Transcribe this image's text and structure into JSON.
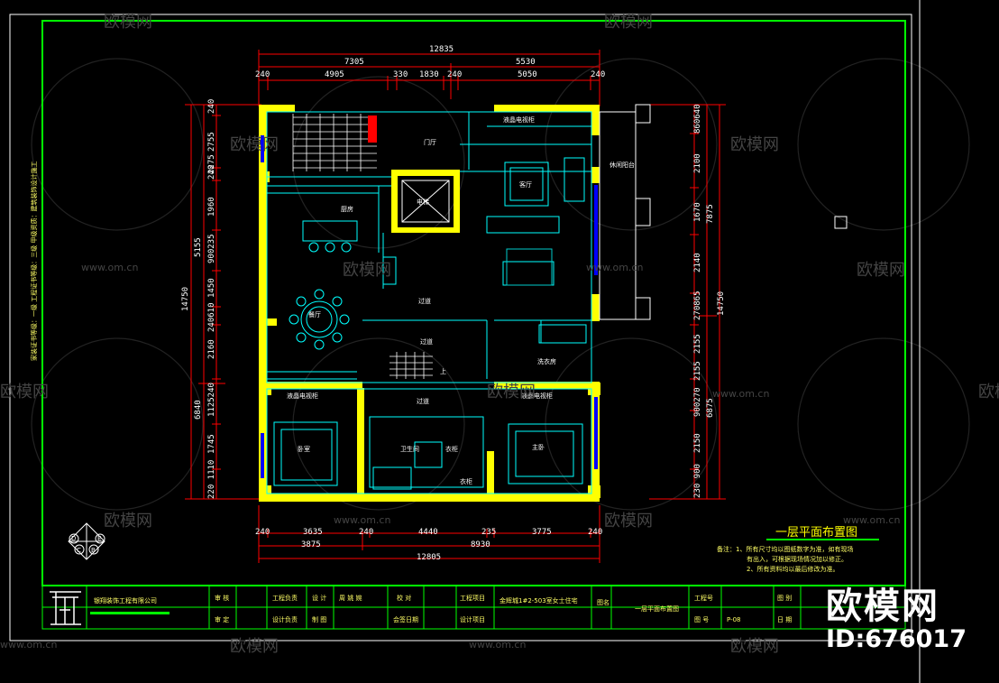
{
  "watermark": {
    "text_cn": "欧模网",
    "text_url": "www.om.cn"
  },
  "brand": {
    "name": "欧模网",
    "id": "ID:676017"
  },
  "side_note": "家装证书等级：一级   工程证书等级：三级   甲级资质：建筑装饰设计施工",
  "dims": {
    "top": {
      "total": "12835",
      "a": "7305",
      "b": "5530",
      "s1": "240",
      "s2": "4905",
      "s3": "330",
      "s4": "1830",
      "s5": "240",
      "s6": "5050",
      "s7": "240"
    },
    "bottom": {
      "total": "12805",
      "a": "3875",
      "b": "8930",
      "s1": "240",
      "s2": "3635",
      "s3": "240",
      "s4": "4440",
      "s5": "235",
      "s6": "3775",
      "s7": "240"
    },
    "left": {
      "total": "14750",
      "a": "5155",
      "b": "6840",
      "v": [
        "240",
        "2755",
        "2275",
        "240",
        "1960",
        "900235",
        "1450",
        "240610",
        "2160",
        "1125240",
        "1745",
        "220 1110"
      ]
    },
    "right": {
      "total": "14750",
      "a": "7875",
      "b": "6875",
      "v": [
        "860640",
        "2100",
        "1670",
        "2140",
        "270865",
        "2155",
        "2155",
        "900270",
        "2150",
        "230 900"
      ]
    }
  },
  "rooms": {
    "living": "客厅",
    "kitchen": "厨房",
    "dining": "餐厅",
    "corridor1": "过道",
    "corridor2": "过道",
    "corridor3": "过道",
    "laundry": "洗衣房",
    "bedroom1": "卧室",
    "master": "主卧",
    "bath": "卫生间",
    "closet1": "衣柜",
    "closet2": "衣柜",
    "balcony": "休闲阳台",
    "entry": "门厅",
    "tv1": "液晶电视柜",
    "tv2": "液晶电视柜",
    "tv3": "液晶电视柜",
    "elevator": "电梯",
    "up": "上"
  },
  "compass": [
    "D",
    "E",
    "C",
    "B"
  ],
  "plan_title": "一层平面布置图",
  "notes": [
    "备注：1、所有尺寸均以图纸数字为准，如有现场",
    "有出入，可根据现场情况加以修正。",
    "2、所有资料均以最后修改为准。"
  ],
  "title_block": {
    "company": "银翔装饰工程有限公司",
    "c1a": "审 核",
    "c1b": "审 定",
    "c2a": "工程负责",
    "c2b": "设计负责",
    "c3a": "设 计",
    "c3b": "制 图",
    "c4a": "周 姚 婉",
    "c4b": "",
    "c5a": "校 对",
    "c5b": "会签日期",
    "c6a": "工程项目",
    "c6b": "设计项目",
    "c7a": "金辉城1#2-503室女士住宅",
    "c8": "图名",
    "c9": "一层平面布置图",
    "c10a": "工程号",
    "c10b": "图 号",
    "c11": "P-08",
    "c12a": "图 别",
    "c12b": "日 期"
  },
  "colors": {
    "wall": "#ffff00",
    "frame": "#00ff00",
    "line": "#00ffff",
    "dim": "#ff0000"
  }
}
